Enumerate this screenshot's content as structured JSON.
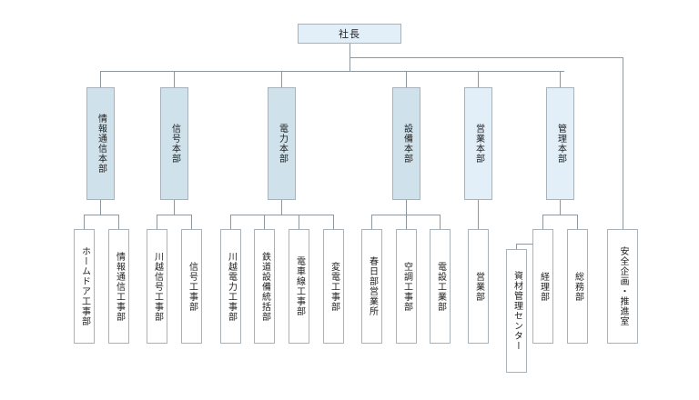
{
  "org": {
    "top": "社長",
    "divisions": [
      {
        "label": "情報通信本部",
        "depts": [
          "ホームドア工事部",
          "情報通信工事部"
        ]
      },
      {
        "label": "信号本部",
        "depts": [
          "川越信号工事部",
          "信号工事部"
        ]
      },
      {
        "label": "電力本部",
        "depts": [
          "川越電力工事部",
          "鉄道設備統括部",
          "電車線工事部",
          "変電工事部"
        ]
      },
      {
        "label": "設備本部",
        "depts": [
          "春日部営業所",
          "空調工事部",
          "電設工業部"
        ]
      },
      {
        "label": "営業本部",
        "depts": [
          "営業部"
        ]
      },
      {
        "label": "管理本部",
        "depts": [
          "資材管理センター",
          "経理部",
          "総務部"
        ]
      }
    ],
    "staff_office": "安全企画・推進室"
  }
}
